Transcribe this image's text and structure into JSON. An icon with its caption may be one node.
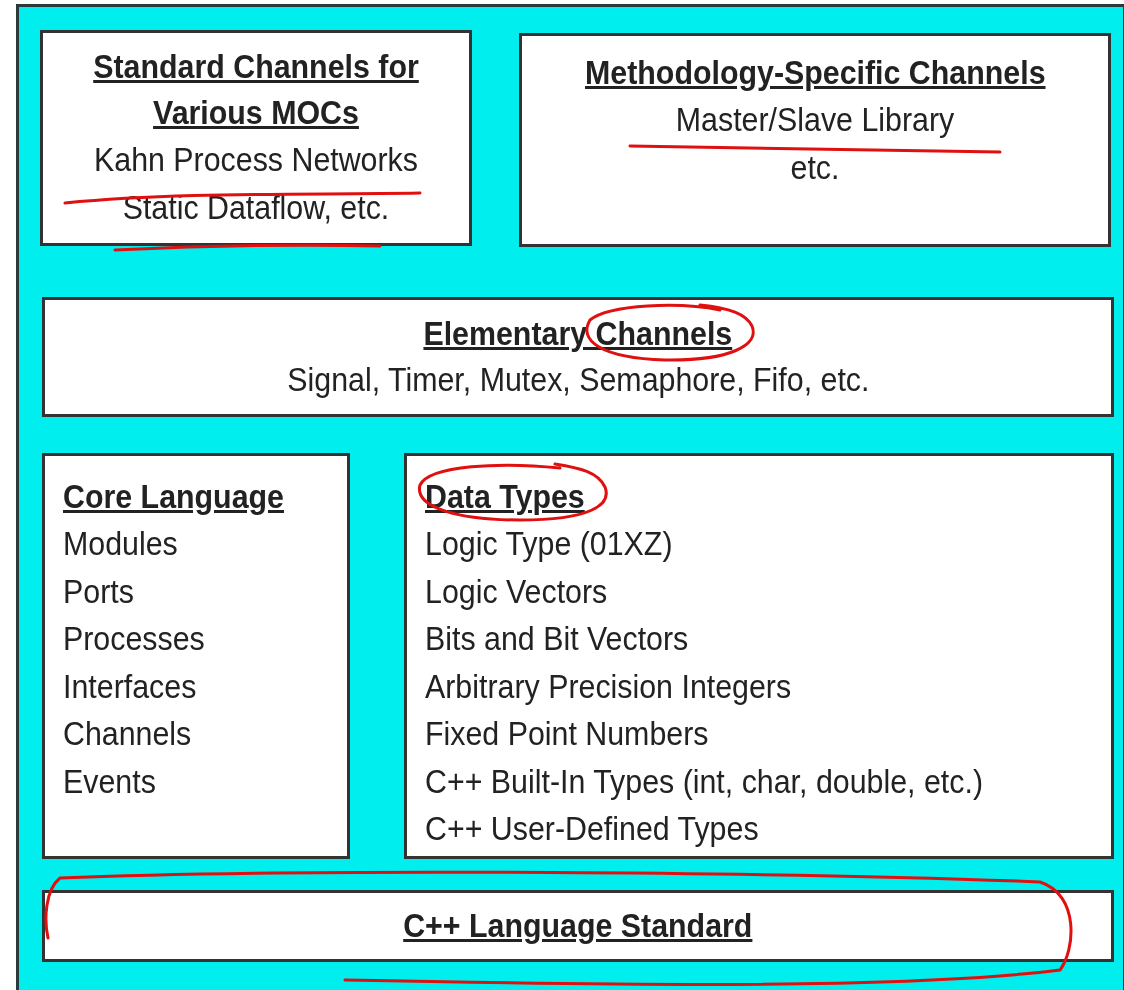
{
  "diagram": {
    "nodes": [
      {
        "text": [
          "Standard Channels for Various MOCs",
          "Kahn Process Networks Static Dataflow, etc."
        ]
      },
      {
        "text": [
          "Methodology-Specific Channels",
          "Master/Slave Library etc."
        ]
      },
      {
        "text": [
          "Elementary Channels",
          "Signal, Timer, Mutex, Semaphore, Fifo, etc."
        ]
      },
      {
        "text": [
          "Core Language",
          "Modules",
          "Ports",
          "Processes",
          "Interfaces",
          "Channels",
          "Events"
        ]
      },
      {
        "text": [
          "Data Types",
          "Logic Type (01XZ)",
          "Logic Vectors",
          "Bits and Bit Vectors",
          "Arbitrary Precision Integers",
          "Fixed Point Numbers",
          "C++ Built-In Types (int, char, double, etc.)",
          "C++ User-Defined Types"
        ]
      },
      {
        "text": [
          "C++ Language Standard"
        ]
      }
    ]
  }
}
